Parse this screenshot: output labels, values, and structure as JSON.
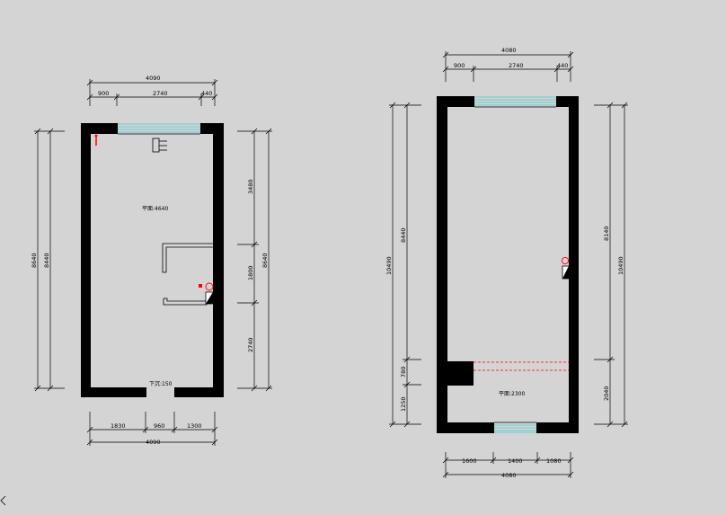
{
  "plan_left": {
    "top_total": "4090",
    "top_segments": [
      "900",
      "2740",
      "440"
    ],
    "bottom_segments": [
      "1830",
      "960",
      "1300"
    ],
    "bottom_total": "4090",
    "left_outer": "8640",
    "left_inner": "8440",
    "right_segments": [
      "3480",
      "1800",
      "2740"
    ],
    "right_total": "8640",
    "room_label": "平面:4640",
    "door_label": "下沉:150"
  },
  "plan_right": {
    "top_total": "4080",
    "top_segments": [
      "900",
      "2740",
      "440"
    ],
    "bottom_segments": [
      "1600",
      "1400",
      "1080"
    ],
    "bottom_total": "4080",
    "left_outer": "10490",
    "left_upper": "8440",
    "left_mid": "780",
    "left_low": "1250",
    "right_upper": "8140",
    "right_total": "10490",
    "right_low": "2040",
    "room_label": "平面:2300"
  },
  "colors": {
    "background": "#d4d4d4",
    "wall": "#000000",
    "window": "#66cccc",
    "marker": "#ff0000"
  }
}
